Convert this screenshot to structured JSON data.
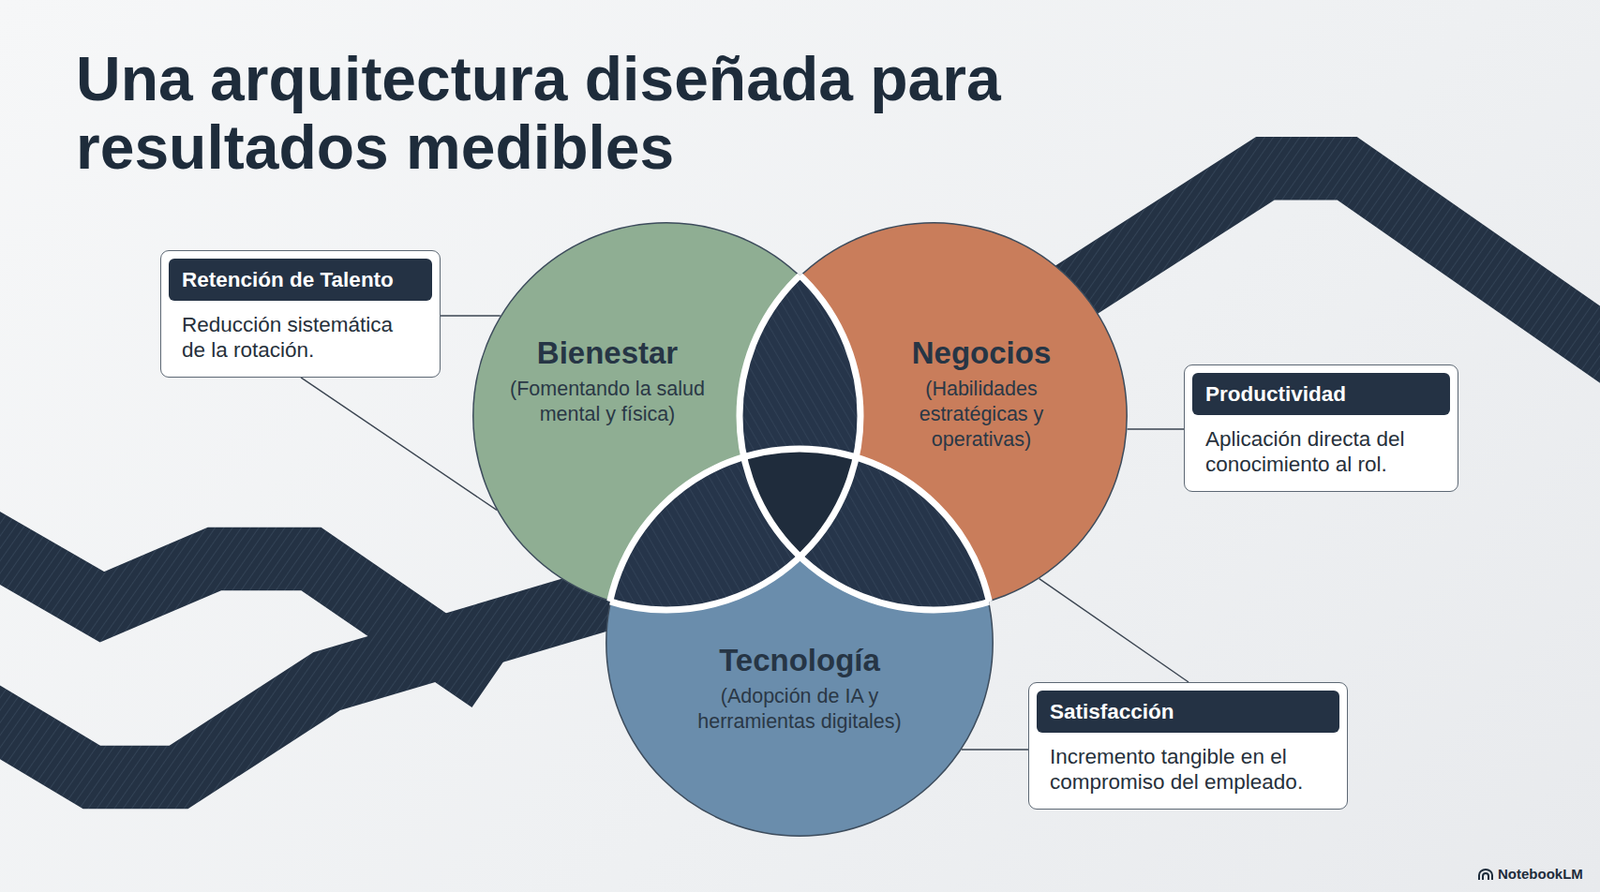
{
  "diagram": {
    "title": "Una arquitectura diseñada para resultados medibles",
    "nodes": [
      {
        "text": [
          "Retención de Talento",
          "Reducción sistemática de la rotación."
        ]
      },
      {
        "text": [
          "Bienestar",
          "(Fomentando la salud mental y física)"
        ]
      },
      {
        "text": [
          "Negocios",
          "(Habilidades estratégicas y operativas)"
        ]
      },
      {
        "text": [
          "Productividad",
          "Aplicación directa del conocimiento al rol."
        ]
      },
      {
        "text": [
          "Tecnología",
          "(Adopción de IA y herramientas digitales)"
        ]
      },
      {
        "text": [
          "Satisfacción",
          "Incremento tangible en el compromiso del empleado."
        ]
      }
    ],
    "edges": [
      {
        "from": 0,
        "to": 1,
        "arrow": "none"
      },
      {
        "from": 0,
        "to": 1,
        "arrow": "none"
      },
      {
        "from": 3,
        "to": 2,
        "arrow": "none"
      },
      {
        "from": 5,
        "to": 2,
        "arrow": "none"
      },
      {
        "from": 5,
        "to": 4,
        "arrow": "none"
      }
    ],
    "labels": [
      "NotebookLM"
    ]
  }
}
